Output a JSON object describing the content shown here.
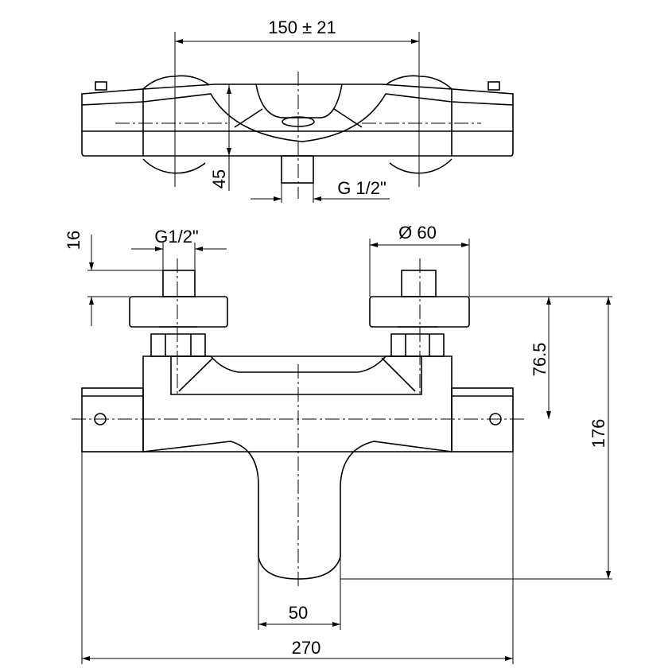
{
  "top_view": {
    "dim_handle_spacing": "150 ± 21",
    "dim_depth": "45",
    "dim_outlet_thread": "G 1/2\""
  },
  "front_view": {
    "dim_inlet_length": "16",
    "dim_inlet_thread": "G1/2\"",
    "dim_flange_diameter": "Ø 60",
    "dim_inlet_to_axis": "76.5",
    "dim_total_height": "176",
    "dim_spout_width": "50",
    "dim_total_width": "270"
  }
}
